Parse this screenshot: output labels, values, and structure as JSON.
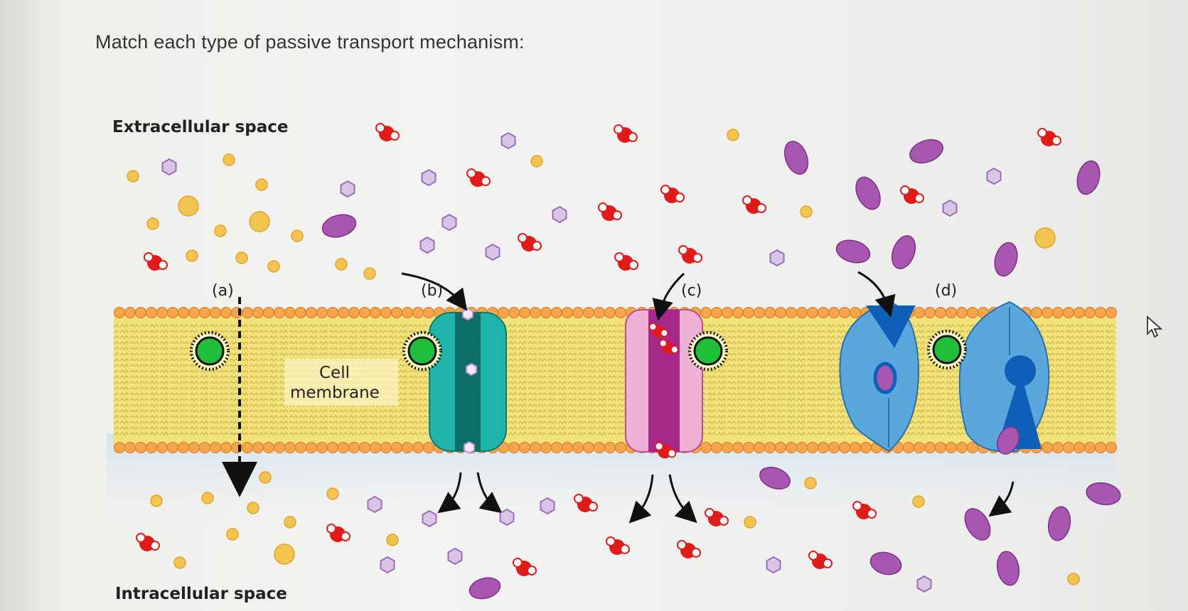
{
  "question": "Match each type of passive transport mechanism:",
  "diagram": {
    "extracellular_label": "Extracellular space",
    "intracellular_label": "Intracellular space",
    "membrane_label_line1": "Cell",
    "membrane_label_line2": "membrane",
    "markers": {
      "a": "(a)",
      "b": "(b)",
      "c": "(c)",
      "d": "(d)"
    }
  },
  "colors": {
    "membrane_yellow": "#f3e27a",
    "lipid_head": "#f5a64a",
    "channel_teal": "#1fb3a9",
    "channel_pink": "#eeb0d4",
    "carrier_blue": "#5aa7dd",
    "water_red": "#e11a1a",
    "purple_ion": "#a857b0",
    "hexagon_lilac": "#d9c5e6",
    "small_solute": "#f2c550",
    "green_molecule": "#1fbf3a"
  },
  "icons": {
    "cursor": "cursor-arrow-icon"
  }
}
